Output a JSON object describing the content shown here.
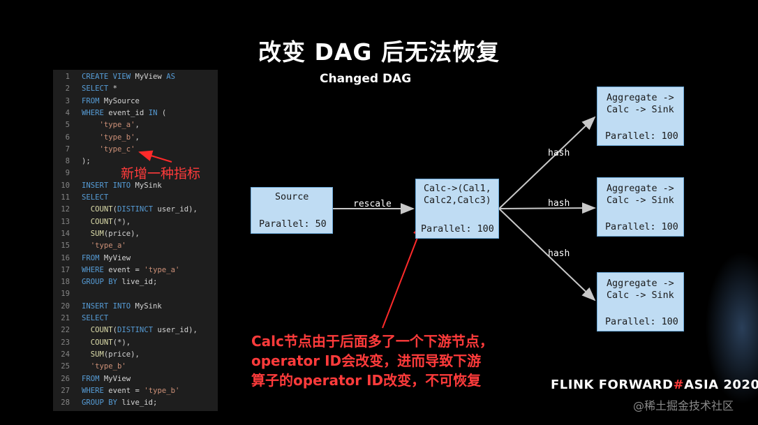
{
  "title": "改变 DAG 后无法恢复",
  "subtitle": "Changed DAG",
  "code_lines": [
    [
      {
        "c": "kw",
        "t": "CREATE VIEW "
      },
      {
        "c": "txt",
        "t": "MyView "
      },
      {
        "c": "kw",
        "t": "AS"
      }
    ],
    [
      {
        "c": "kw",
        "t": "SELECT "
      },
      {
        "c": "txt",
        "t": "*"
      }
    ],
    [
      {
        "c": "kw",
        "t": "FROM "
      },
      {
        "c": "txt",
        "t": "MySource"
      }
    ],
    [
      {
        "c": "kw",
        "t": "WHERE "
      },
      {
        "c": "txt",
        "t": "event_id "
      },
      {
        "c": "kw",
        "t": "IN "
      },
      {
        "c": "txt",
        "t": "("
      }
    ],
    [
      {
        "c": "txt",
        "t": "    "
      },
      {
        "c": "str",
        "t": "'type_a'"
      },
      {
        "c": "txt",
        "t": ","
      }
    ],
    [
      {
        "c": "txt",
        "t": "    "
      },
      {
        "c": "str",
        "t": "'type_b'"
      },
      {
        "c": "txt",
        "t": ","
      }
    ],
    [
      {
        "c": "txt",
        "t": "    "
      },
      {
        "c": "str",
        "t": "'type_c'"
      }
    ],
    [
      {
        "c": "txt",
        "t": ");"
      }
    ],
    [],
    [
      {
        "c": "kw",
        "t": "INSERT INTO "
      },
      {
        "c": "txt",
        "t": "MySink"
      }
    ],
    [
      {
        "c": "kw",
        "t": "SELECT"
      }
    ],
    [
      {
        "c": "txt",
        "t": "  "
      },
      {
        "c": "fn",
        "t": "COUNT"
      },
      {
        "c": "txt",
        "t": "("
      },
      {
        "c": "kw",
        "t": "DISTINCT "
      },
      {
        "c": "txt",
        "t": "user_id),"
      }
    ],
    [
      {
        "c": "txt",
        "t": "  "
      },
      {
        "c": "fn",
        "t": "COUNT"
      },
      {
        "c": "txt",
        "t": "(*),"
      }
    ],
    [
      {
        "c": "txt",
        "t": "  "
      },
      {
        "c": "fn",
        "t": "SUM"
      },
      {
        "c": "txt",
        "t": "(price),"
      }
    ],
    [
      {
        "c": "txt",
        "t": "  "
      },
      {
        "c": "str",
        "t": "'type_a'"
      }
    ],
    [
      {
        "c": "kw",
        "t": "FROM "
      },
      {
        "c": "txt",
        "t": "MyView"
      }
    ],
    [
      {
        "c": "kw",
        "t": "WHERE "
      },
      {
        "c": "txt",
        "t": "event = "
      },
      {
        "c": "str",
        "t": "'type_a'"
      }
    ],
    [
      {
        "c": "kw",
        "t": "GROUP BY "
      },
      {
        "c": "txt",
        "t": "live_id;"
      }
    ],
    [],
    [
      {
        "c": "kw",
        "t": "INSERT INTO "
      },
      {
        "c": "txt",
        "t": "MySink"
      }
    ],
    [
      {
        "c": "kw",
        "t": "SELECT"
      }
    ],
    [
      {
        "c": "txt",
        "t": "  "
      },
      {
        "c": "fn",
        "t": "COUNT"
      },
      {
        "c": "txt",
        "t": "("
      },
      {
        "c": "kw",
        "t": "DISTINCT "
      },
      {
        "c": "txt",
        "t": "user_id),"
      }
    ],
    [
      {
        "c": "txt",
        "t": "  "
      },
      {
        "c": "fn",
        "t": "COUNT"
      },
      {
        "c": "txt",
        "t": "(*),"
      }
    ],
    [
      {
        "c": "txt",
        "t": "  "
      },
      {
        "c": "fn",
        "t": "SUM"
      },
      {
        "c": "txt",
        "t": "(price),"
      }
    ],
    [
      {
        "c": "txt",
        "t": "  "
      },
      {
        "c": "str",
        "t": "'type_b'"
      }
    ],
    [
      {
        "c": "kw",
        "t": "FROM "
      },
      {
        "c": "txt",
        "t": "MyView"
      }
    ],
    [
      {
        "c": "kw",
        "t": "WHERE "
      },
      {
        "c": "txt",
        "t": "event = "
      },
      {
        "c": "str",
        "t": "'type_b'"
      }
    ],
    [
      {
        "c": "kw",
        "t": "GROUP BY "
      },
      {
        "c": "txt",
        "t": "live_id;"
      }
    ]
  ],
  "code_annotation": "新增一种指标",
  "nodes": {
    "source": {
      "label": "Source",
      "parallel": "Parallel: 50"
    },
    "calc": {
      "label": "Calc->(Cal1,\nCalc2,Calc3)",
      "parallel": "Parallel: 100"
    },
    "agg1": {
      "label": "Aggregate ->\nCalc -> Sink",
      "parallel": "Parallel: 100"
    },
    "agg2": {
      "label": "Aggregate ->\nCalc -> Sink",
      "parallel": "Parallel: 100"
    },
    "agg3": {
      "label": "Aggregate ->\nCalc -> Sink",
      "parallel": "Parallel: 100"
    }
  },
  "edges": {
    "rescale": "rescale",
    "hash1": "hash",
    "hash2": "hash",
    "hash3": "hash"
  },
  "dag_annotation": {
    "line1": "Calc节点由于后面多了一个下游节点，",
    "line2": "operator ID会改变，进而导致下游",
    "line3": "算子的operator ID改变，不可恢复"
  },
  "brand": {
    "main": "FLINK FORWARD",
    "hash": "#",
    "suffix": "ASIA 2020"
  },
  "watermark": "@稀土掘金技术社区",
  "colors": {
    "annotation": "#ff3b3b",
    "node_fill": "#bfdcf3",
    "code_bg": "#1e1e1e"
  }
}
